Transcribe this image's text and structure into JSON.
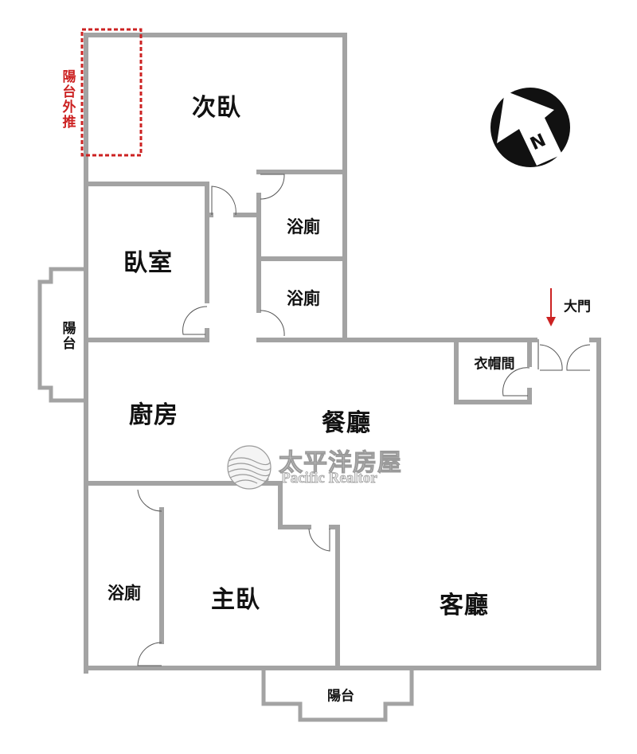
{
  "rooms": {
    "second_bedroom": "次臥",
    "bedroom": "臥室",
    "bathroom_upper": "浴廁",
    "bathroom_middle": "浴廁",
    "bathroom_lower": "浴廁",
    "kitchen": "廚房",
    "dining_room": "餐廳",
    "cloakroom": "衣帽間",
    "master_bedroom": "主臥",
    "living_room": "客廳",
    "balcony_left": "陽台",
    "balcony_bottom": "陽台"
  },
  "annotations": {
    "balcony_extension": "陽台外推",
    "main_door": "大門"
  },
  "compass": {
    "label": "N"
  },
  "watermark": {
    "name_cn": "太平洋房屋",
    "name_en": "Pacific Realtor"
  },
  "colors": {
    "wall": "#a3a3a3",
    "annotation_red": "#cc2222",
    "text": "#111111"
  }
}
